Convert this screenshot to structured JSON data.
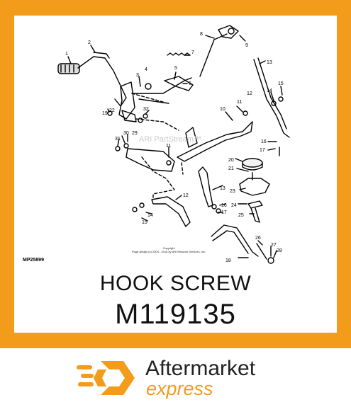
{
  "diagram": {
    "watermark": "ARI PartStream™",
    "copyright_line1": "Copyright",
    "copyright_line2": "Page design (c) 2004 - 2016 by ARI Network Services, Inc.",
    "figure_code": "MP25899",
    "callouts": [
      "1",
      "2",
      "3",
      "4",
      "5",
      "6",
      "7",
      "8",
      "9",
      "10",
      "11",
      "12",
      "13",
      "14",
      "15",
      "16",
      "17",
      "18",
      "19",
      "20",
      "21",
      "22",
      "23",
      "24",
      "25",
      "26",
      "27",
      "28",
      "29",
      "30",
      "31",
      "32"
    ]
  },
  "part": {
    "name": "HOOK SCREW",
    "number": "M119135"
  },
  "brand": {
    "line1": "Aftermarket",
    "line2": "express",
    "logo_icon": "hexagon-speed-icon",
    "accent": "#f39b1b"
  },
  "colors": {
    "frame": "#f39b1b",
    "card": "#ffffff"
  }
}
